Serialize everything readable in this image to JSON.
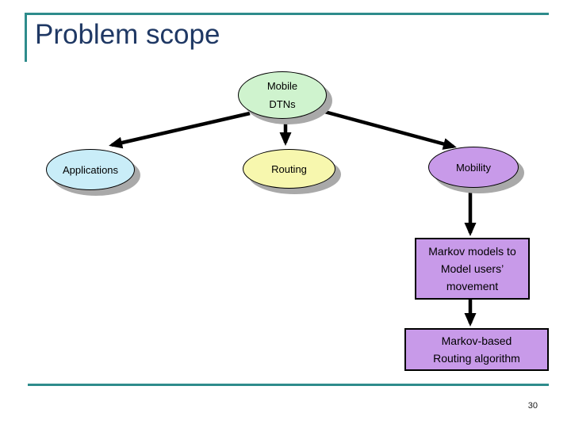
{
  "slide": {
    "title": "Problem scope",
    "page_number": "30"
  },
  "diagram": {
    "nodes": {
      "mobile_dtns": {
        "line1": "Mobile",
        "line2": "DTNs"
      },
      "applications": {
        "label": "Applications"
      },
      "routing": {
        "label": "Routing"
      },
      "mobility": {
        "label": "Mobility"
      },
      "markov_models": {
        "line1": "Markov models to",
        "line2": "Model users’",
        "line3": "movement"
      },
      "markov_routing": {
        "line1": "Markov-based",
        "line2": "Routing algorithm"
      }
    },
    "edges": [
      "mobile_dtns->applications",
      "mobile_dtns->routing",
      "mobile_dtns->mobility",
      "mobility->markov_models",
      "markov_models->markov_routing"
    ]
  },
  "colors": {
    "title_text": "#1F3864",
    "rule_teal": "#2E8C8C",
    "node_green": "#CFF3CE",
    "node_cyan": "#C9EDF8",
    "node_yellow": "#F7F7AE",
    "node_purple": "#C89AE9",
    "shadow_gray": "#A9A9A9",
    "edge_black": "#000000"
  }
}
